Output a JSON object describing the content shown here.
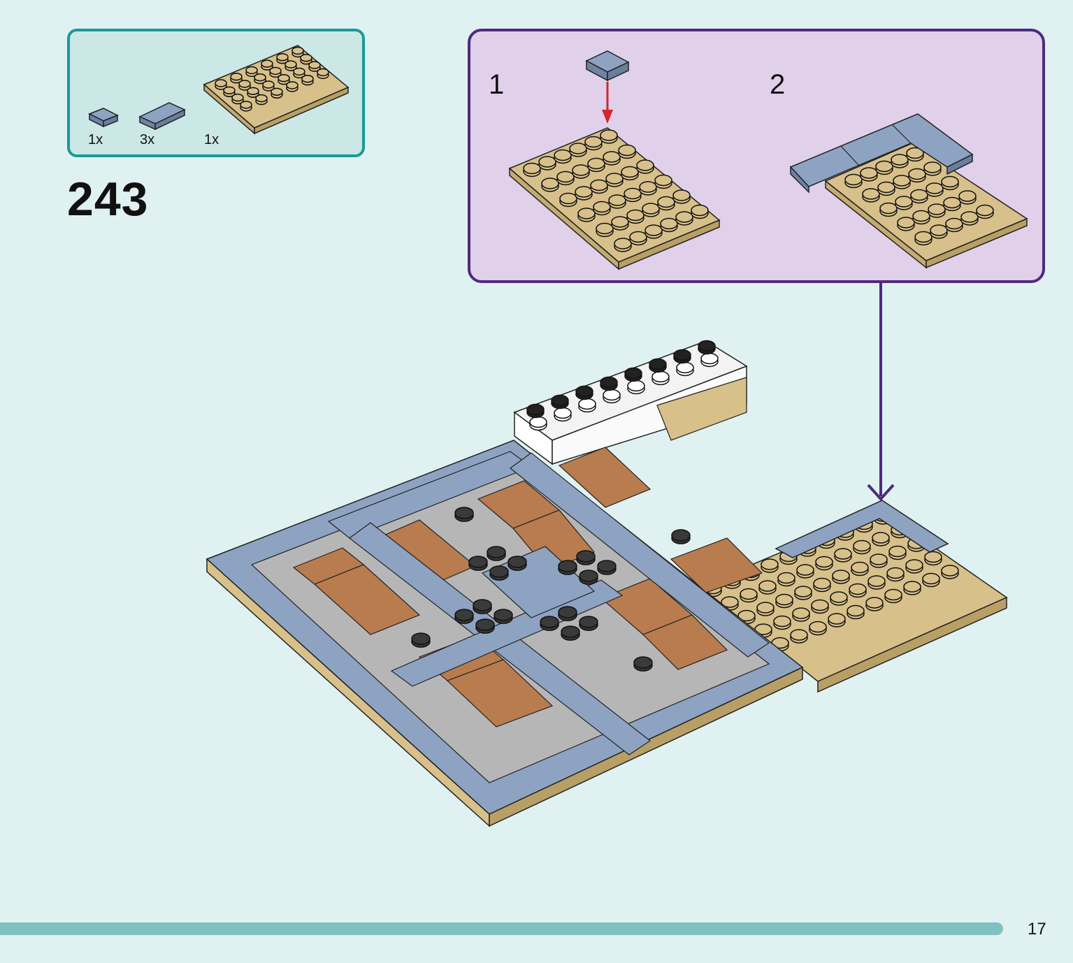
{
  "parts_list": [
    {
      "quantity": "1x"
    },
    {
      "quantity": "3x"
    },
    {
      "quantity": "1x"
    }
  ],
  "step": {
    "number": "243"
  },
  "sub_steps": [
    {
      "label": "1"
    },
    {
      "label": "2"
    }
  ],
  "page": {
    "number": "17"
  },
  "colors": {
    "tile_blue": "#8398b8",
    "tan": "#d4bd85",
    "brown": "#b87c4e",
    "grey": "#b6b6b6",
    "callout_border": "#4e2a7e",
    "parts_border": "#1a9a95"
  }
}
